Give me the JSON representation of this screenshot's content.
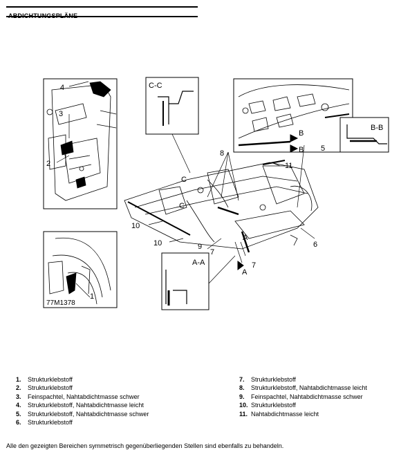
{
  "header": {
    "title": "ABDICHTUNGSPLÄNE"
  },
  "figure": {
    "code": "77M1378",
    "section_labels": {
      "cc": "C-C",
      "bb": "B-B",
      "aa": "A-A",
      "c": "C",
      "b": "B",
      "a": "A"
    },
    "callouts": {
      "n1": "1",
      "n2": "2",
      "n3": "3",
      "n4": "4",
      "n5": "5",
      "n6": "6",
      "n7": "7",
      "n8": "8",
      "n9": "9",
      "n10": "10",
      "n11": "11"
    }
  },
  "legend": {
    "left": [
      {
        "num": "1.",
        "text": "Strukturklebstoff"
      },
      {
        "num": "2.",
        "text": "Strukturklebstoff"
      },
      {
        "num": "3.",
        "text": "Feinspachtel, Nahtabdichtmasse schwer"
      },
      {
        "num": "4.",
        "text": "Strukturklebstoff, Nahtabdichtmasse leicht"
      },
      {
        "num": "5.",
        "text": "Strukturklebstoff, Nahtabdichtmasse schwer"
      },
      {
        "num": "6.",
        "text": "Strukturklebstoff"
      }
    ],
    "right": [
      {
        "num": "7.",
        "text": "Strukturklebstoff"
      },
      {
        "num": "8.",
        "text": "Strukturklebstoff, Nahtabdichtmasse leicht"
      },
      {
        "num": "9.",
        "text": "Feinspachtel, Nahtabdichtmasse schwer"
      },
      {
        "num": "10.",
        "text": "Strukturklebstoff"
      },
      {
        "num": "11.",
        "text": "Nahtabdichtmasse leicht"
      }
    ]
  },
  "footnote": "Alle den gezeigten Bereichen symmetrisch gegenüberliegenden Stellen sind ebenfalls zu behandeln."
}
